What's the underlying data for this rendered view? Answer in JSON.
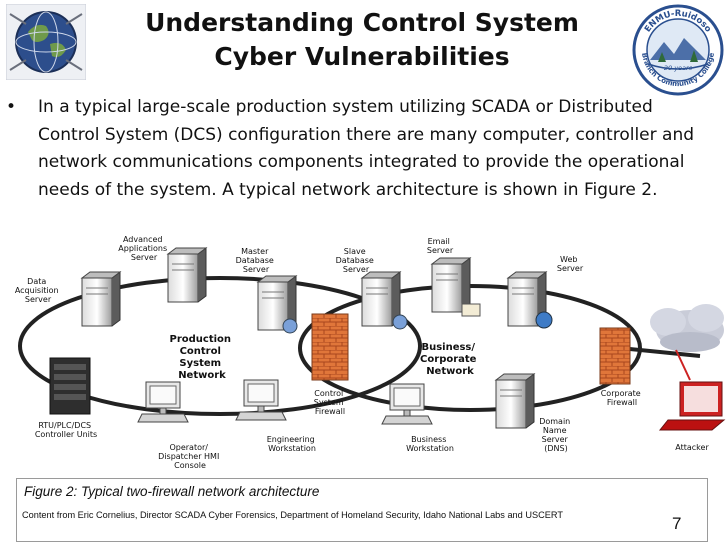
{
  "slide": {
    "title_line1": "Understanding Control System",
    "title_line2": "Cyber Vulnerabilities",
    "bullet_marker": "•",
    "bullet_text": "In a typical large-scale production system utilizing SCADA or Distributed Control System (DCS) configuration there are many computer, controller and network communications components integrated to provide the operational needs of the system. A typical network architecture is shown in Figure 2.",
    "logo": {
      "seal_text_top": "ENMU-Ruidoso",
      "seal_text_bottom": "Branch Community College",
      "seal_years": "20 years"
    },
    "figure": {
      "caption": "Figure 2: Typical two-firewall network architecture",
      "credit": "Content from Eric Cornelius, Director SCADA Cyber Forensics, Department of Homeland Security, Idaho National Labs and USCERT"
    },
    "page_number": "7"
  },
  "diagram": {
    "data_acquisition_server": [
      "Data",
      "Acquisition",
      "Server"
    ],
    "advanced_applications_server": [
      "Advanced",
      "Applications",
      "Server"
    ],
    "master_database_server": [
      "Master",
      "Database",
      "Server"
    ],
    "slave_database_server": [
      "Slave",
      "Database",
      "Server"
    ],
    "email_server": [
      "Email",
      "Server"
    ],
    "web_server": [
      "Web",
      "Server"
    ],
    "production_control_network": [
      "Production",
      "Control",
      "System",
      "Network"
    ],
    "business_corporate_network": [
      "Business/",
      "Corporate",
      "Network"
    ],
    "rtu_controller_units": [
      "RTU/PLC/DCS",
      "Controller Units"
    ],
    "control_system_firewall": [
      "Control",
      "System",
      "Firewall"
    ],
    "corporate_firewall": [
      "Corporate",
      "Firewall"
    ],
    "operator_hmi_console": [
      "Operator/",
      "Dispatcher HMI",
      "Console"
    ],
    "engineering_workstation": [
      "Engineering",
      "Workstation"
    ],
    "business_workstation": [
      "Business",
      "Workstation"
    ],
    "domain_name_server": [
      "Domain",
      "Name",
      "Server",
      "(DNS)"
    ],
    "attacker": [
      "Attacker"
    ],
    "colors": {
      "firewall": "#e0763a",
      "cloud": "#c9ccd8",
      "attacker": "#c22",
      "server": "#8a8a8a"
    }
  }
}
